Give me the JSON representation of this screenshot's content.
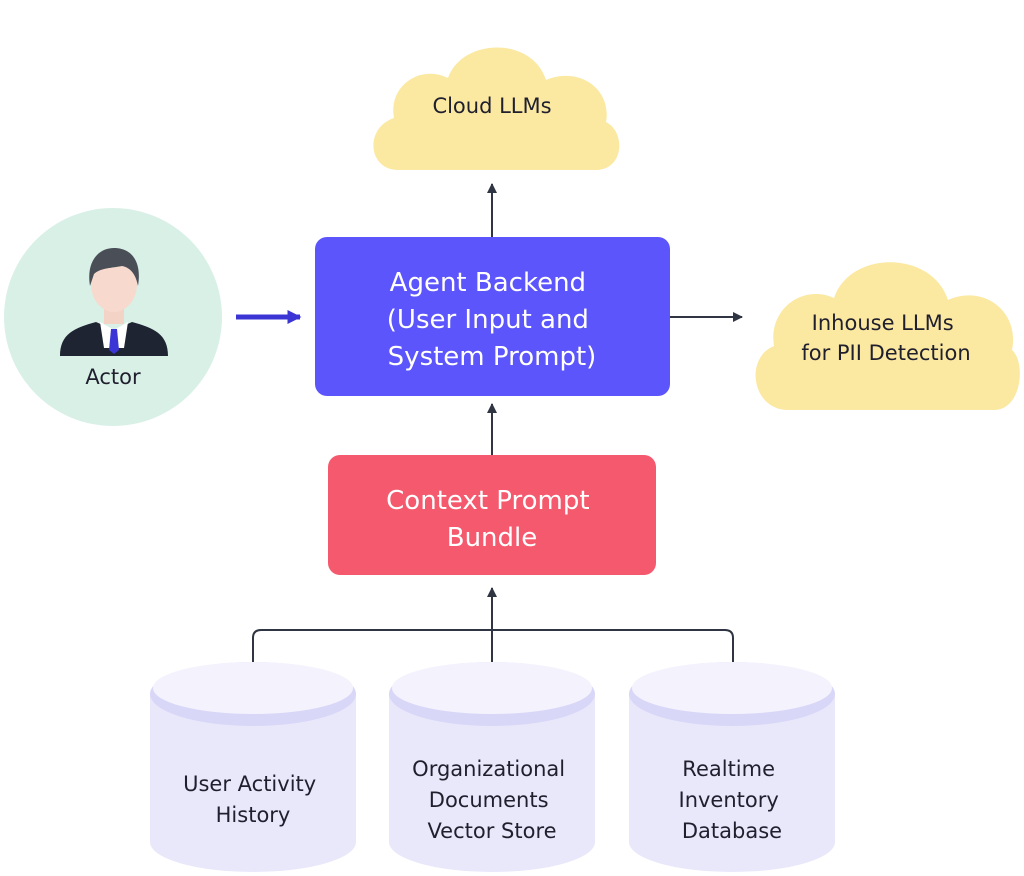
{
  "nodes": {
    "actor": {
      "label": "Actor"
    },
    "cloud_llms": {
      "label": "Cloud LLMs"
    },
    "inhouse_llms": {
      "lines": [
        "Inhouse LLMs",
        "for PII Detection"
      ]
    },
    "agent_backend": {
      "lines": [
        "Agent Backend",
        "(User Input and",
        "System Prompt)"
      ]
    },
    "context_bundle": {
      "lines": [
        "Context Prompt",
        "Bundle"
      ]
    },
    "db_user_activity": {
      "lines": [
        "User Activity",
        "History"
      ]
    },
    "db_org_docs": {
      "lines": [
        "Organizational",
        "Documents",
        "Vector Store"
      ]
    },
    "db_inventory": {
      "lines": [
        "Realtime",
        "Inventory",
        "Database"
      ]
    }
  },
  "colors": {
    "cloud_fill": "#fbe8a1",
    "actor_circle": "#d9f0e7",
    "agent_backend": "#5c55fb",
    "context_bundle": "#f5596d",
    "database_fill": "#e9e8fb",
    "database_top": "#f3f2fd",
    "connector": "#2f3542",
    "actor_arrow": "#3b35d6"
  },
  "icons": {
    "actor": "business-person-icon"
  }
}
